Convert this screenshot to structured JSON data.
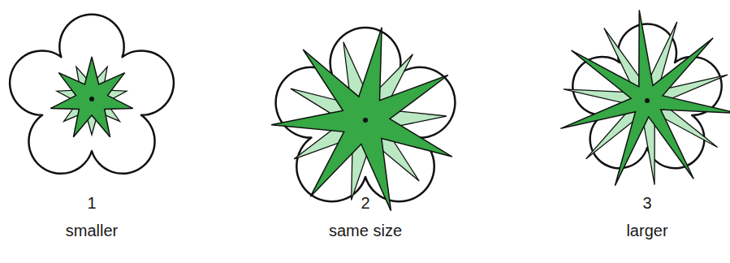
{
  "diagram": {
    "labels": [
      "1",
      "smaller",
      "2",
      "same size",
      "3",
      "larger"
    ]
  }
}
